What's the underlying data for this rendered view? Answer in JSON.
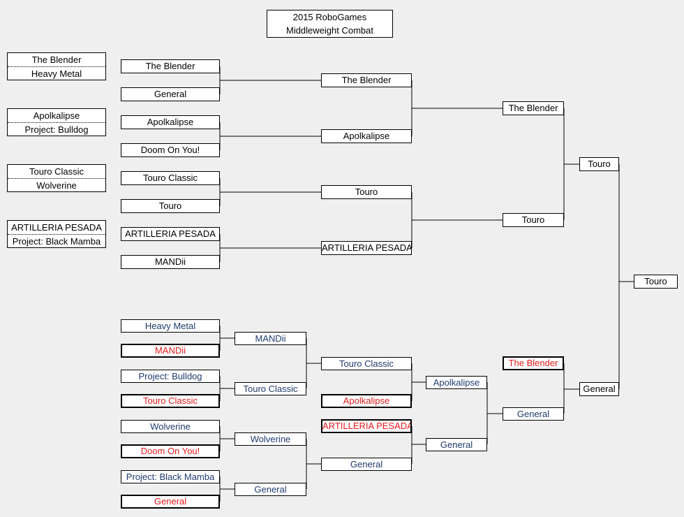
{
  "title": {
    "line1": "2015 RoboGames",
    "line2": "Middleweight Combat"
  },
  "seeds": [
    {
      "top": "The Blender",
      "bottom": "Heavy Metal"
    },
    {
      "top": "Apolkalipse",
      "bottom": "Project: Bulldog"
    },
    {
      "top": "Touro Classic",
      "bottom": "Wolverine"
    },
    {
      "top": "ARTILLERIA PESADA",
      "bottom": "Project: Black Mamba"
    }
  ],
  "winners_bracket": {
    "round1": [
      "The Blender",
      "General",
      "Apolkalipse",
      "Doom On You!",
      "Touro Classic",
      "Touro",
      "ARTILLERIA PESADA",
      "MANDii"
    ],
    "round2": [
      "The Blender",
      "Apolkalipse",
      "Touro",
      "ARTILLERIA PESADA"
    ],
    "round3": [
      "The Blender",
      "Touro"
    ],
    "final": "Touro"
  },
  "grand_final": {
    "finalist": "General",
    "champion": "Touro"
  },
  "losers_bracket": {
    "round1": [
      "Heavy Metal",
      "MANDii",
      "Project: Bulldog",
      "Touro Classic",
      "Wolverine",
      "Doom On You!",
      "Project: Black Mamba",
      "General"
    ],
    "round2": [
      "MANDii",
      "Touro Classic",
      "Wolverine",
      "General"
    ],
    "round3": [
      "Touro Classic",
      "Apolkalipse",
      "ARTILLERIA PESADA",
      "General"
    ],
    "round4": [
      "Apolkalipse",
      "General"
    ],
    "round5": [
      "The Blender",
      "General"
    ],
    "final": "General"
  },
  "colors": {
    "eliminated": "#e41a1a",
    "losers_bracket": "#1f3a6d",
    "background": "#efefef"
  }
}
